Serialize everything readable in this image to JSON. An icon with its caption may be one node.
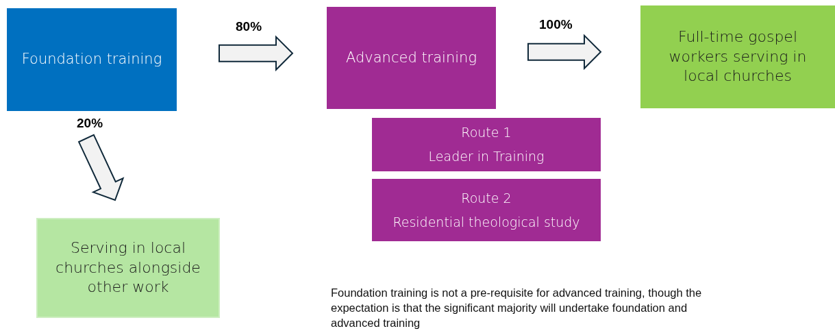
{
  "diagram": {
    "nodes": [
      {
        "text": [
          "Foundation training"
        ]
      },
      {
        "text": [
          "Advanced training"
        ]
      },
      {
        "text": [
          "Full-time gospel workers serving in local churches"
        ]
      },
      {
        "text": [
          "Route 1",
          "Leader in Training"
        ]
      },
      {
        "text": [
          "Route 2",
          "Residential theological study"
        ]
      },
      {
        "text": [
          "Serving in local churches alongside other work"
        ]
      }
    ],
    "edges": [
      {
        "from": 0,
        "to": 1,
        "arrow": "to",
        "label": "80%"
      },
      {
        "from": 1,
        "to": 2,
        "arrow": "to",
        "label": "100%"
      },
      {
        "from": 0,
        "to": 5,
        "arrow": "to",
        "label": "20%"
      }
    ],
    "labels": [
      "Foundation training is not a pre-requisite for advanced training, though the expectation is that the significant majority will undertake foundation and advanced training"
    ]
  }
}
